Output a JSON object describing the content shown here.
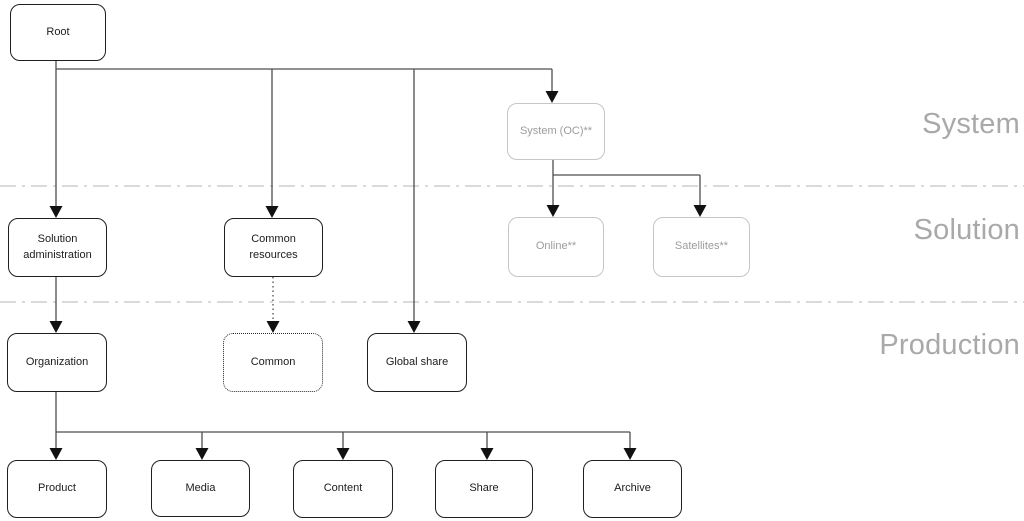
{
  "diagram": {
    "zones": [
      {
        "label": "System"
      },
      {
        "label": "Solution"
      },
      {
        "label": "Production"
      }
    ],
    "nodes": {
      "root": {
        "label": "Root",
        "style": "solid"
      },
      "system_oc": {
        "label": "System (OC)**",
        "style": "muted"
      },
      "solution_administration": {
        "label": "Solution administration",
        "style": "solid"
      },
      "common_resources": {
        "label": "Common resources",
        "style": "solid"
      },
      "online": {
        "label": "Online**",
        "style": "muted"
      },
      "satellites": {
        "label": "Satellites**",
        "style": "muted"
      },
      "organization": {
        "label": "Organization",
        "style": "solid"
      },
      "common": {
        "label": "Common",
        "style": "dotted"
      },
      "global_share": {
        "label": "Global share",
        "style": "solid"
      },
      "product": {
        "label": "Product",
        "style": "solid"
      },
      "media": {
        "label": "Media",
        "style": "solid"
      },
      "content": {
        "label": "Content",
        "style": "solid"
      },
      "share": {
        "label": "Share",
        "style": "solid"
      },
      "archive": {
        "label": "Archive",
        "style": "solid"
      }
    },
    "colors": {
      "node_border": "#1f1f1f",
      "muted_border": "#c6c6c6",
      "muted_text": "#9c9c9c",
      "connector": "#4d4d4d",
      "arrowhead": "#111111",
      "divider": "#c4c4c4",
      "zone_label": "#a9a9a9",
      "background": "#ffffff"
    }
  }
}
